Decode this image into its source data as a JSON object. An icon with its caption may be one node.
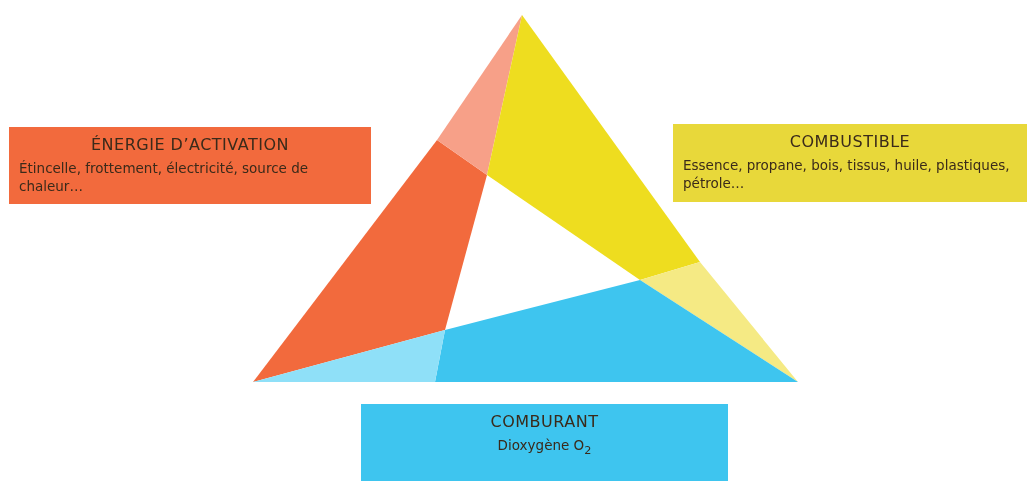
{
  "diagram": {
    "nodes": [
      {
        "text": [
          "ÉNERGIE D’ACTIVATION",
          "Étincelle, frottement, électricité, source de chaleur…"
        ]
      },
      {
        "text": [
          "COMBUSTIBLE",
          "Essence, propane, bois, tissus, huile, plastiques, pétrole…"
        ]
      },
      {
        "text": [
          "COMBURANT",
          "Dioxygène O$_{2}$"
        ]
      }
    ]
  }
}
